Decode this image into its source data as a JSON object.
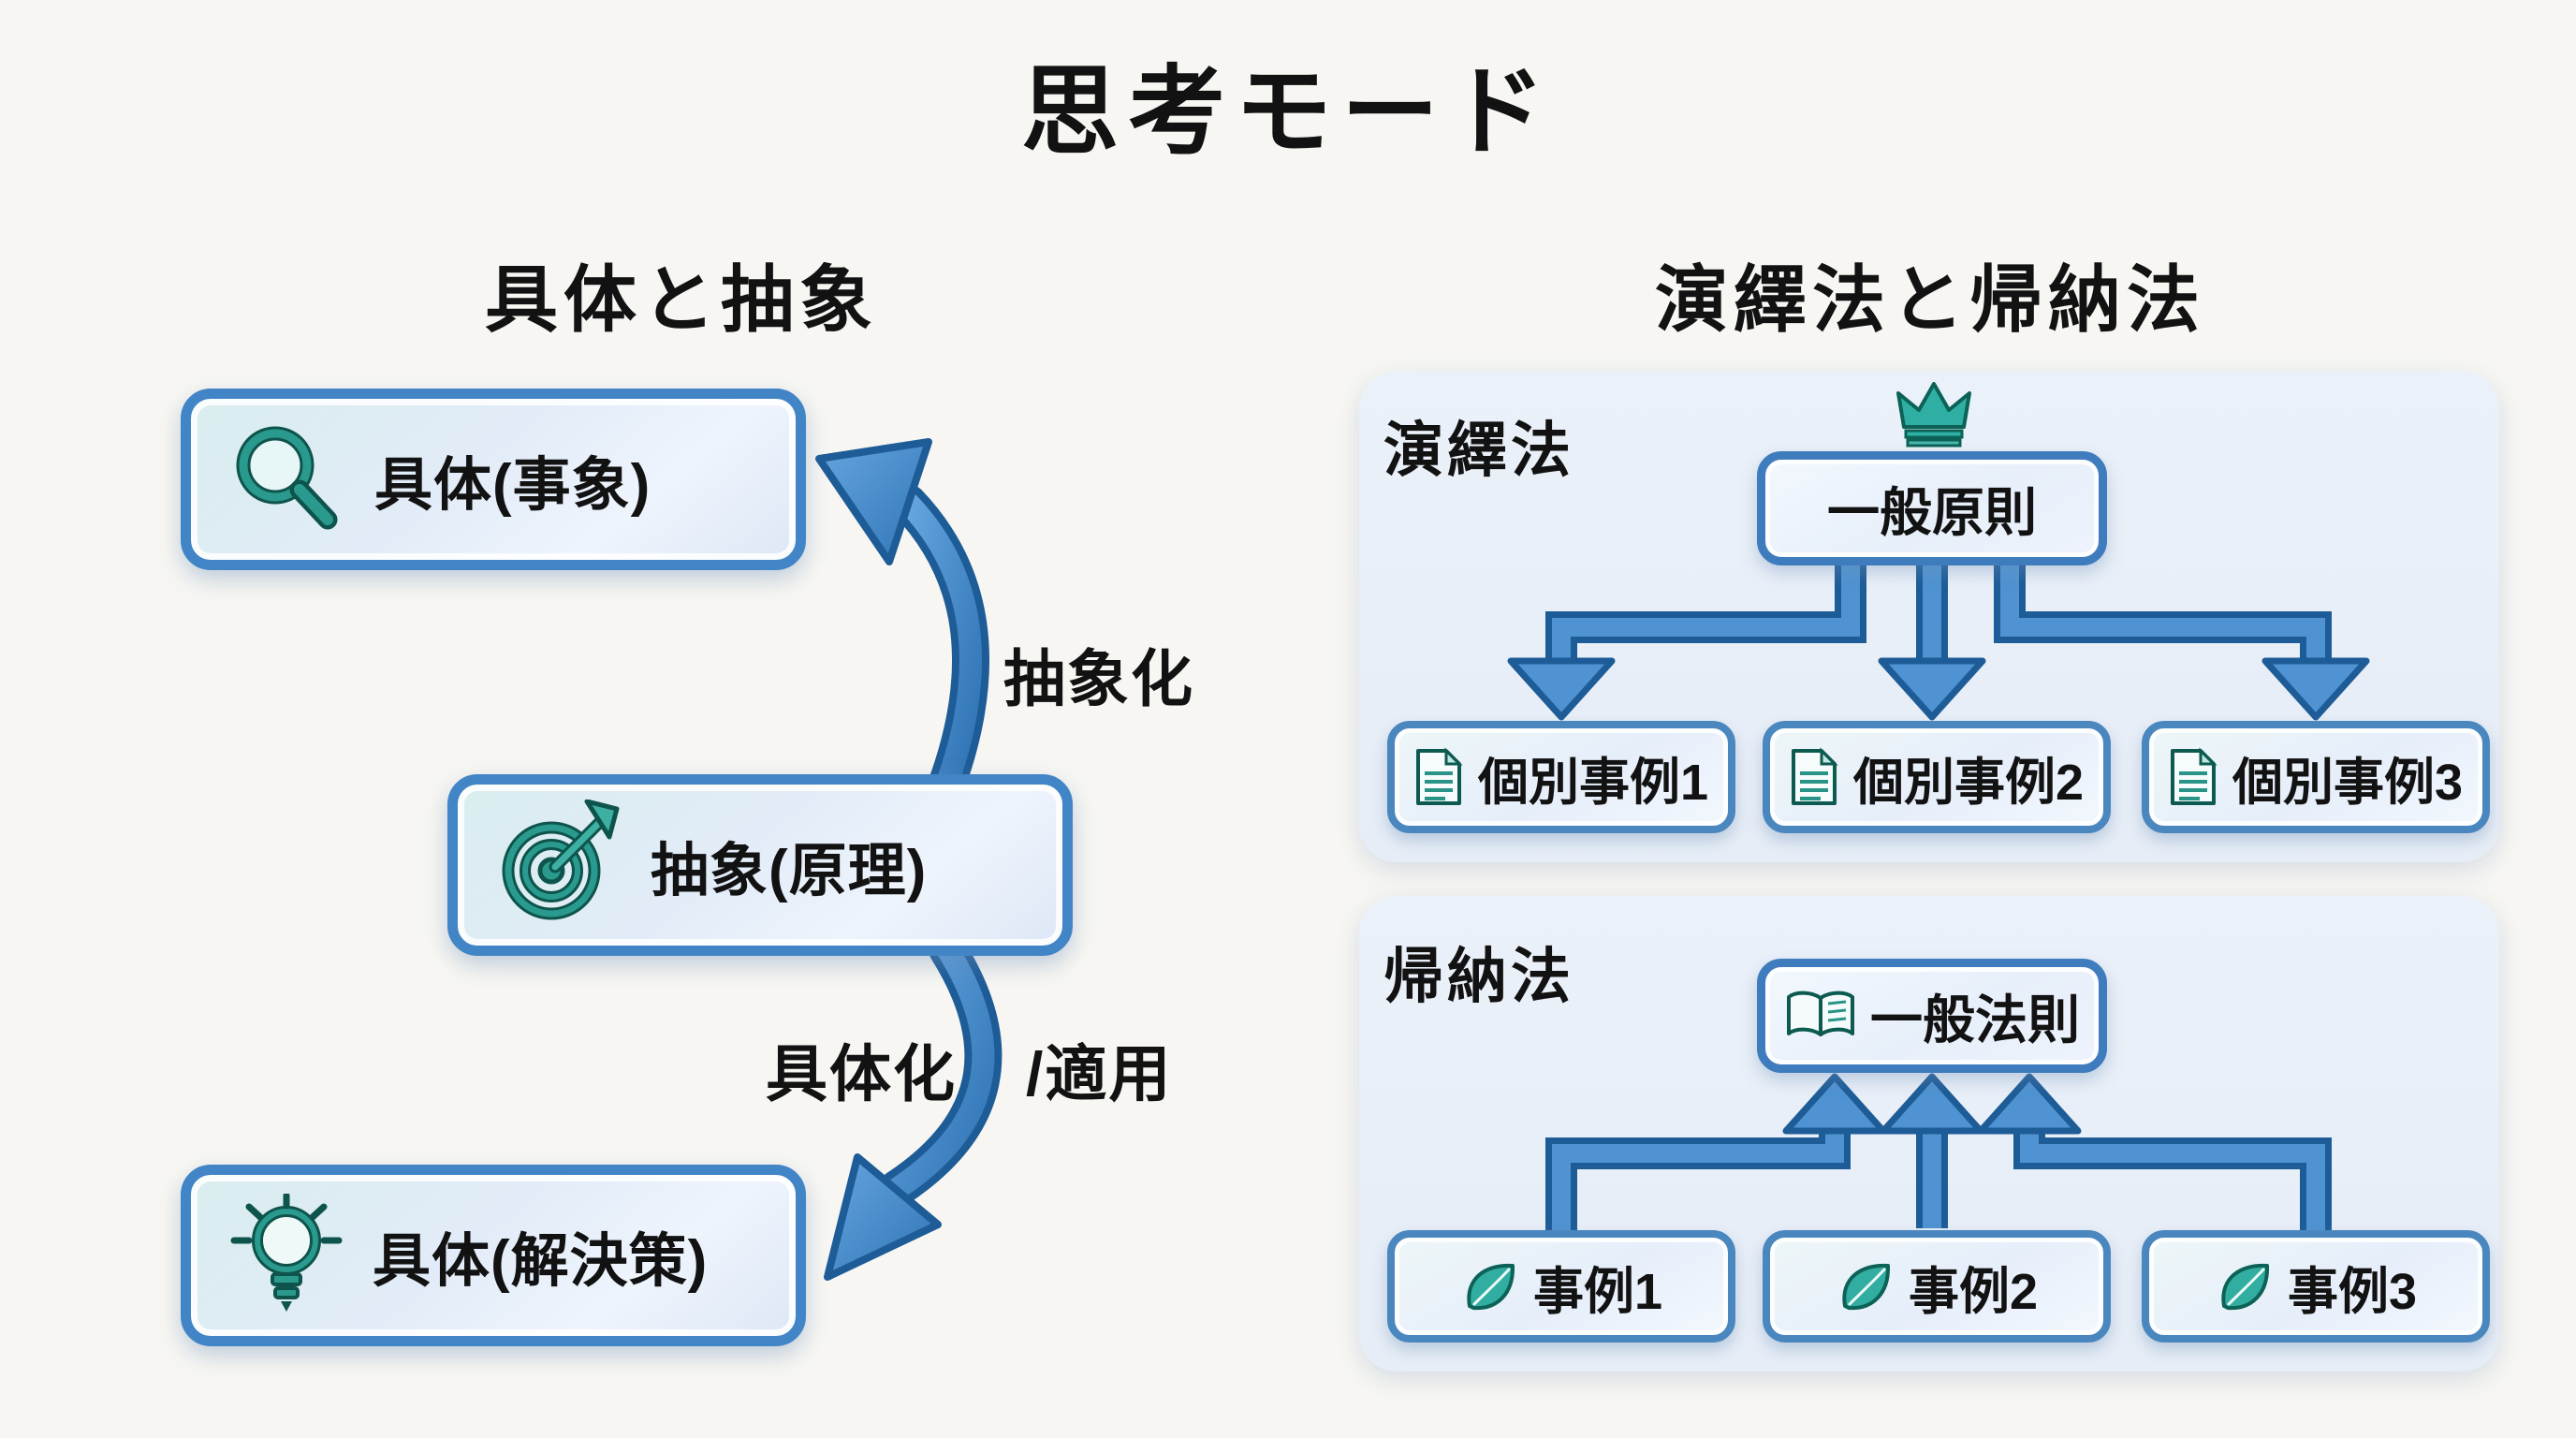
{
  "title": "思考モード",
  "colors": {
    "background": "#f7f6f2",
    "box_border_blue": "#4285c6",
    "panel_background": "#e9f0f8",
    "arrow_fill_blue": "#4f93d2",
    "arrow_outline_navy": "#1e5c97",
    "icon_teal": "#2aa198",
    "text_black": "#121212"
  },
  "left": {
    "heading": "具体と抽象",
    "boxes": [
      {
        "label": "具体(事象)",
        "icon": "magnifier-icon"
      },
      {
        "label": "抽象(原理)",
        "icon": "target-icon"
      },
      {
        "label": "具体(解決策)",
        "icon": "lightbulb-icon"
      }
    ],
    "arrows": [
      {
        "label": "抽象化",
        "direction": "up"
      },
      {
        "label": "具体化",
        "label2": "/適用",
        "direction": "down"
      }
    ]
  },
  "right": {
    "heading": "演繹法と帰納法",
    "deduction": {
      "label": "演繹法",
      "crown_icon": "crown-icon",
      "top_box": {
        "label": "一般原則"
      },
      "bottom_boxes": [
        {
          "label": "個別事例1",
          "icon": "document-icon"
        },
        {
          "label": "個別事例2",
          "icon": "document-icon"
        },
        {
          "label": "個別事例3",
          "icon": "document-icon"
        }
      ]
    },
    "induction": {
      "label": "帰納法",
      "top_box": {
        "label": "一般法則",
        "icon": "book-icon"
      },
      "bottom_boxes": [
        {
          "label": "事例1",
          "icon": "leaf-icon"
        },
        {
          "label": "事例2",
          "icon": "leaf-icon"
        },
        {
          "label": "事例3",
          "icon": "leaf-icon"
        }
      ]
    }
  }
}
